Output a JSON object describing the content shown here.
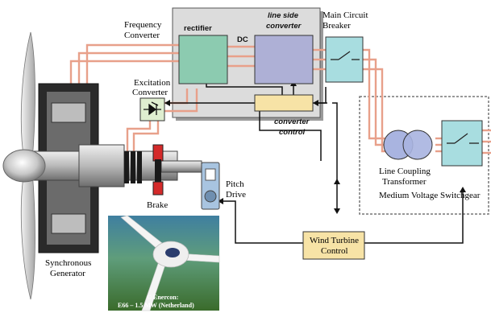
{
  "labels": {
    "frequency_converter": [
      "Frequency",
      "Converter"
    ],
    "rectifier": "rectifier",
    "line_side_converter": [
      "line side",
      "converter"
    ],
    "dc": "DC",
    "main_circuit_breaker": [
      "Main Circuit",
      "Breaker"
    ],
    "excitation_converter": [
      "Excitation",
      "Converter"
    ],
    "converter_control": [
      "converter",
      "control"
    ],
    "line_coupling_transformer": [
      "Line Coupling",
      "Transformer"
    ],
    "medium_voltage_switchgear": "Medium Voltage Switchgear",
    "pitch_drive": [
      "Pitch",
      "Drive"
    ],
    "brake": "Brake",
    "synchronous_generator": [
      "Synchronous",
      "Generator"
    ],
    "wind_turbine_control": [
      "Wind Turbine",
      "Control"
    ],
    "photo_caption": [
      "© Enercon:",
      "E66 – 1.5 MW (Netherland)"
    ]
  },
  "colors": {
    "power_line": "#e8a08a",
    "converter_panel": "#dcdcdc",
    "rectifier_fill": "#8ccbb0",
    "line_converter_fill": "#aeb0d6",
    "breaker_fill": "#a8dde0",
    "control_fill": "#f7e3a6",
    "brake_red": "#d42a2a",
    "transformer_fill": "#a9b4e0"
  }
}
